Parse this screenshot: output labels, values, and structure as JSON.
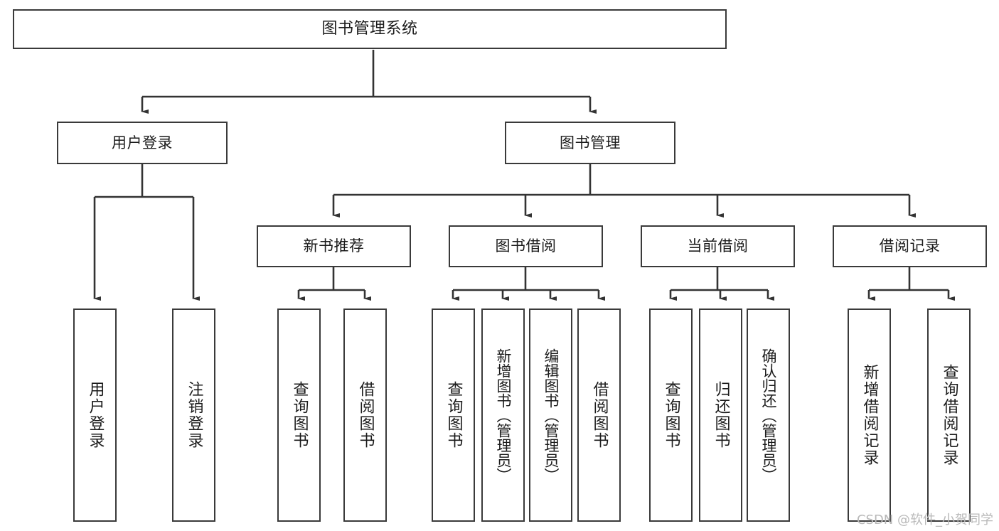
{
  "diagram": {
    "title": "图书管理系统",
    "type": "hierarchy-tree",
    "colors": {
      "box_border": "#3a3a3a",
      "box_fill": "#ffffff",
      "connector": "#333333",
      "text": "#1b1b1b",
      "watermark": "#b9b9b9",
      "background": "#ffffff"
    },
    "root": {
      "id": "root",
      "label": "图书管理系统"
    },
    "level2": [
      {
        "id": "n-user-login",
        "label": "用户登录"
      },
      {
        "id": "n-book-manage",
        "label": "图书管理"
      }
    ],
    "level3": [
      {
        "id": "n-new-book-rec",
        "label": "新书推荐"
      },
      {
        "id": "n-book-borrow",
        "label": "图书借阅"
      },
      {
        "id": "n-current-borrow",
        "label": "当前借阅"
      },
      {
        "id": "n-borrow-record",
        "label": "借阅记录"
      }
    ],
    "leaves": [
      {
        "id": "leaf-user-login",
        "label": "用户登录"
      },
      {
        "id": "leaf-logout",
        "label": "注销登录"
      },
      {
        "id": "leaf-query-book-1",
        "label": "查询图书"
      },
      {
        "id": "leaf-borrow-book-1",
        "label": "借阅图书"
      },
      {
        "id": "leaf-query-book-2",
        "label": "查询图书"
      },
      {
        "id": "leaf-add-book",
        "label": "新增图书（管理员）"
      },
      {
        "id": "leaf-edit-book",
        "label": "编辑图书（管理员）"
      },
      {
        "id": "leaf-borrow-book-2",
        "label": "借阅图书"
      },
      {
        "id": "leaf-query-book-3",
        "label": "查询图书"
      },
      {
        "id": "leaf-return-book",
        "label": "归还图书"
      },
      {
        "id": "leaf-confirm-return",
        "label": "确认归还（管理员）"
      },
      {
        "id": "leaf-add-record",
        "label": "新增借阅记录"
      },
      {
        "id": "leaf-query-record",
        "label": "查询借阅记录"
      }
    ],
    "watermark": "CSDN @软件_小贺同学"
  }
}
